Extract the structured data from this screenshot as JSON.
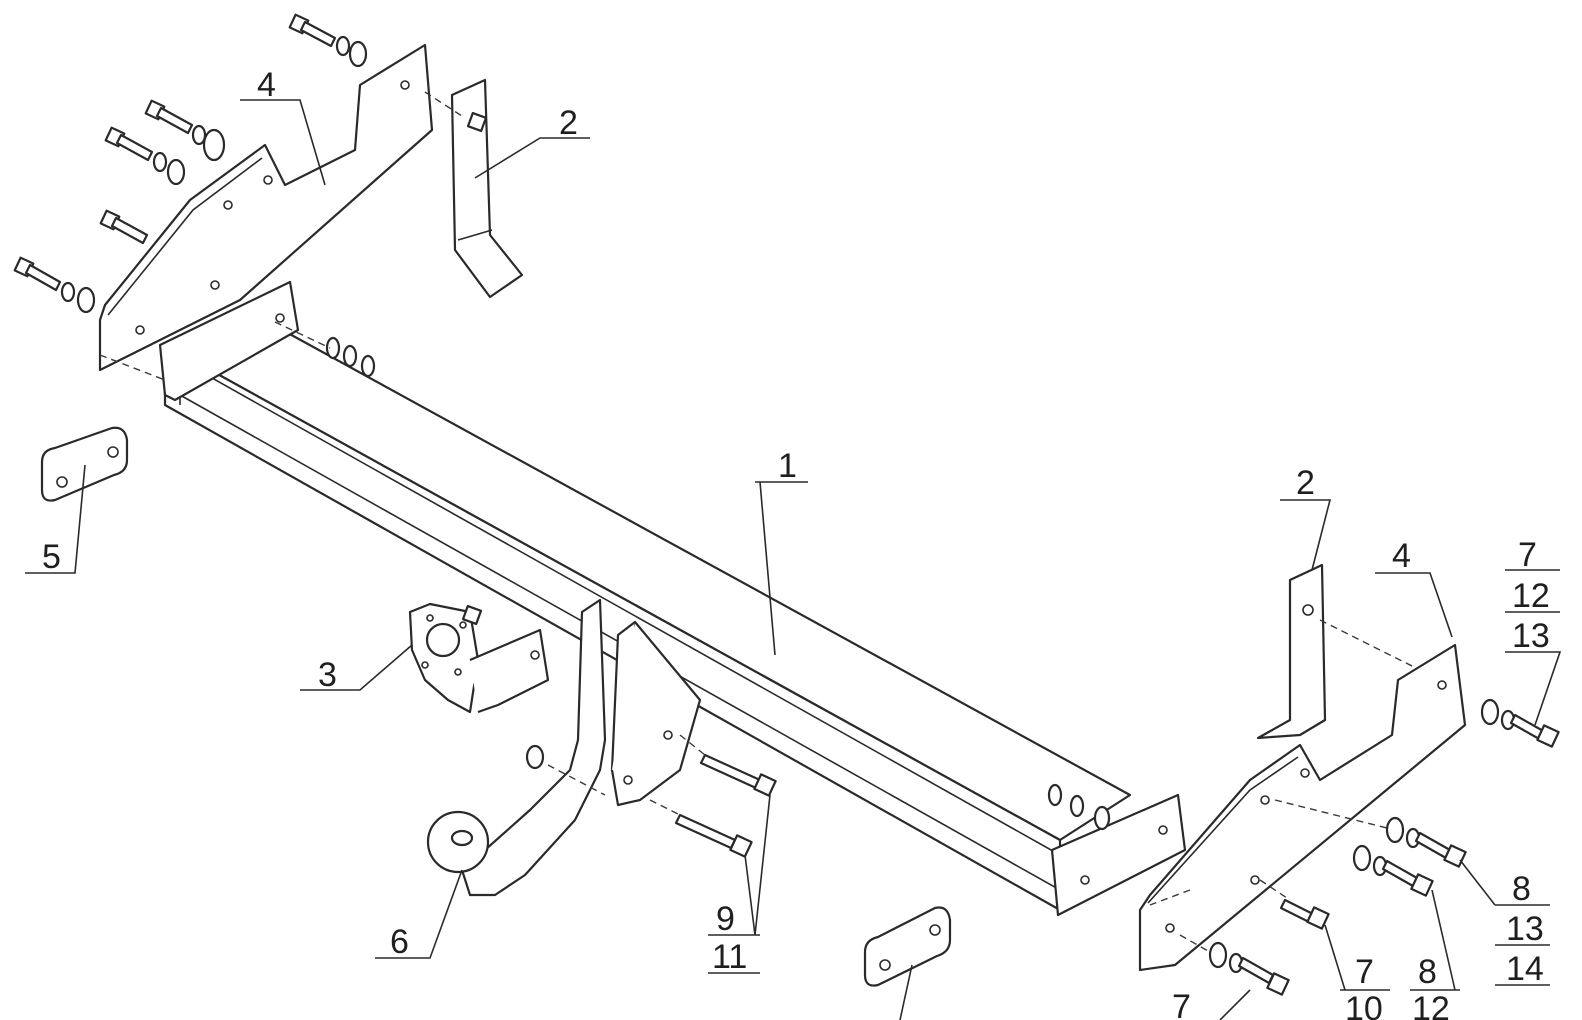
{
  "diagram": {
    "callouts": {
      "left_bracket_4": "4",
      "left_support_2": "2",
      "main_crossbar_1": "1",
      "right_support_2": "2",
      "right_bracket_4": "4",
      "spacer_plate_5": "5",
      "socket_plate_3": "3",
      "tow_ball_6": "6",
      "bolt_set_a": [
        "7",
        "12",
        "13"
      ],
      "bolt_set_b": [
        "9",
        "11"
      ],
      "bolt_set_c": [
        "8",
        "13",
        "14"
      ],
      "bolt_set_d": [
        "7",
        "10"
      ],
      "bolt_set_e": [
        "8",
        "12"
      ],
      "bolt_set_f": [
        "7"
      ]
    }
  }
}
